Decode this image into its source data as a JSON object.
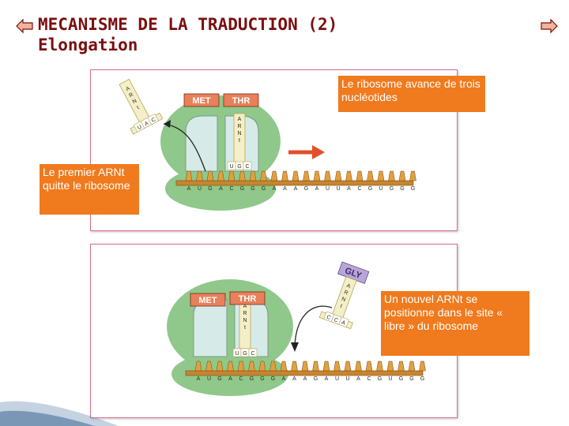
{
  "slide": {
    "title_line1": "MECANISME DE LA TRADUCTION (2)",
    "title_line2": "Elongation"
  },
  "colors": {
    "title": "#7a0f0f",
    "callout_bg": "#f07a1e",
    "panel_border": "#d9708a",
    "ribosome": "#8fc88a",
    "site": "#d6ebe8",
    "trna": "#f3efc8",
    "amino_acid_label": "#e8805a",
    "gly_label": "#b9a6d6",
    "mrna": "#c8852f",
    "advance_arrow": "#e0502a"
  },
  "icons": {
    "back": "arrow-left-icon",
    "forward": "arrow-right-icon"
  },
  "panel_top": {
    "labels": {
      "met": "MET",
      "thr": "THR"
    },
    "trna_text": "ARNt",
    "anticodons": {
      "leaving": [
        "U",
        "A",
        "C"
      ],
      "thr": [
        "U",
        "G",
        "C"
      ]
    },
    "mrna_bases": [
      "A",
      "U",
      "G",
      "A",
      "C",
      "G",
      "G",
      "G",
      "A",
      "A",
      "A",
      "G",
      "A",
      "U",
      "U",
      "A",
      "C",
      "G",
      "U",
      "G",
      "G",
      "G"
    ]
  },
  "panel_bottom": {
    "labels": {
      "met": "MET",
      "thr": "THR",
      "gly": "GLY"
    },
    "trna_text": "ARNt",
    "anticodons": {
      "thr": [
        "U",
        "G",
        "C"
      ],
      "incoming": [
        "C",
        "C",
        "A"
      ]
    },
    "mrna_bases": [
      "A",
      "U",
      "G",
      "A",
      "C",
      "G",
      "G",
      "G",
      "A",
      "A",
      "A",
      "G",
      "A",
      "U",
      "U",
      "A",
      "C",
      "G",
      "U",
      "G",
      "G",
      "G"
    ]
  },
  "callouts": {
    "advance": "Le ribosome avance de trois nucléotides",
    "first_leaves": "Le premier ARNt quitte le ribosome",
    "new_trna": "Un nouvel ARNt se positionne dans le site « libre » du ribosome"
  }
}
